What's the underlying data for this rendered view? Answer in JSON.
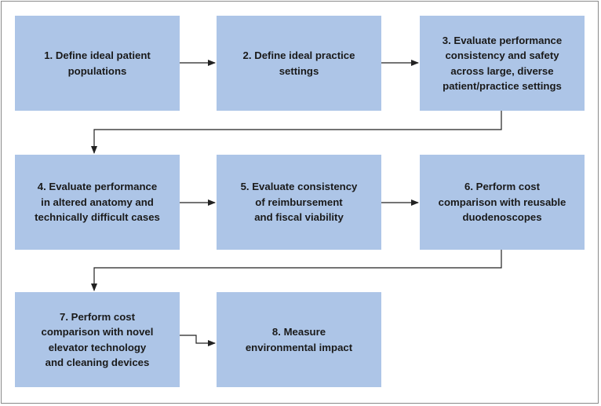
{
  "steps": [
    {
      "id": 1,
      "lines": [
        "1. Define ideal patient",
        "populations"
      ]
    },
    {
      "id": 2,
      "lines": [
        "2. Define ideal practice",
        "settings"
      ]
    },
    {
      "id": 3,
      "lines": [
        "3. Evaluate performance",
        "consistency and safety",
        "across large, diverse",
        "patient/practice settings"
      ]
    },
    {
      "id": 4,
      "lines": [
        "4. Evaluate performance",
        "in altered anatomy and",
        "technically difficult cases"
      ]
    },
    {
      "id": 5,
      "lines": [
        "5. Evaluate consistency",
        "of reimbursement",
        "and fiscal viability"
      ]
    },
    {
      "id": 6,
      "lines": [
        "6. Perform cost",
        "comparison with reusable",
        "duodenoscopes"
      ]
    },
    {
      "id": 7,
      "lines": [
        "7. Perform cost",
        "comparison with novel",
        "elevator technology",
        "and cleaning devices"
      ]
    },
    {
      "id": 8,
      "lines": [
        "8. Measure",
        "environmental impact"
      ]
    }
  ],
  "colors": {
    "box_fill": "#adc5e7",
    "arrow": "#222222",
    "text": "#1a1a1a",
    "frame": "#8a8a8a"
  }
}
